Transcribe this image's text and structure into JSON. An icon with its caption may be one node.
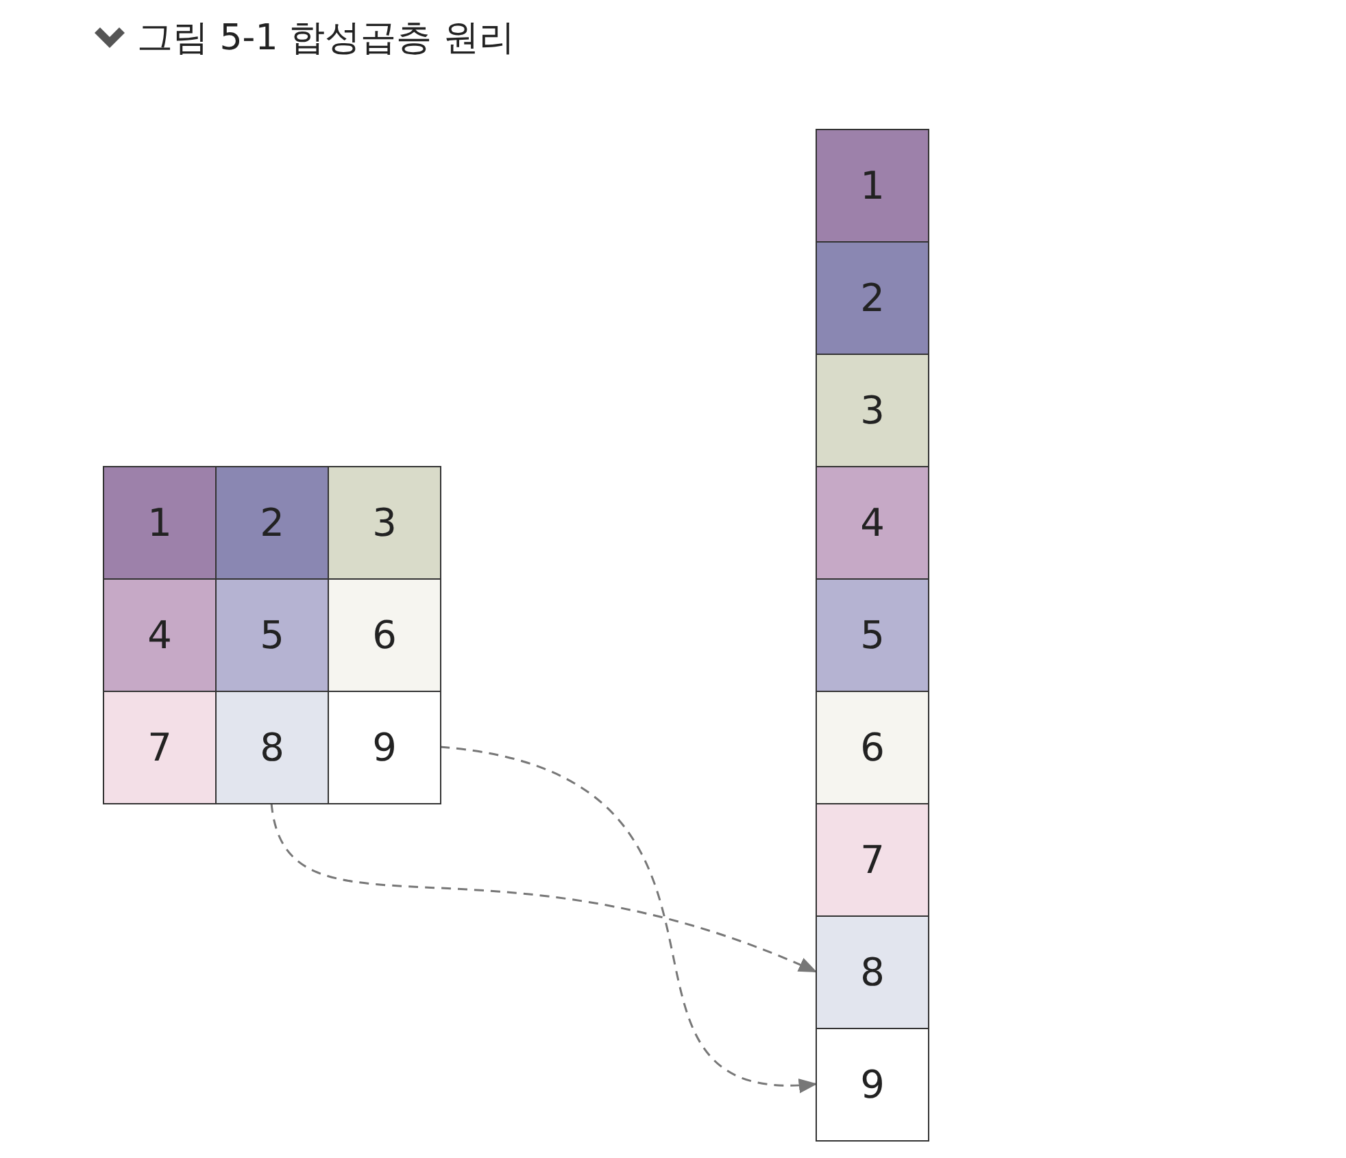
{
  "diagram": {
    "title": "그림 5-1 합성곱층 원리",
    "nodes": [
      {
        "text": [
          "1"
        ]
      },
      {
        "text": [
          "2"
        ]
      },
      {
        "text": [
          "3"
        ]
      },
      {
        "text": [
          "4"
        ]
      },
      {
        "text": [
          "5"
        ]
      },
      {
        "text": [
          "6"
        ]
      },
      {
        "text": [
          "7"
        ]
      },
      {
        "text": [
          "8"
        ]
      },
      {
        "text": [
          "9"
        ]
      },
      {
        "text": [
          "1"
        ]
      },
      {
        "text": [
          "2"
        ]
      },
      {
        "text": [
          "3"
        ]
      },
      {
        "text": [
          "4"
        ]
      },
      {
        "text": [
          "5"
        ]
      },
      {
        "text": [
          "6"
        ]
      },
      {
        "text": [
          "7"
        ]
      },
      {
        "text": [
          "8"
        ]
      },
      {
        "text": [
          "9"
        ]
      }
    ],
    "edges": [
      {
        "from": 7,
        "to": 16,
        "arrow": "to",
        "style": "dashed"
      },
      {
        "from": 8,
        "to": 17,
        "arrow": "to",
        "style": "dashed"
      }
    ]
  }
}
